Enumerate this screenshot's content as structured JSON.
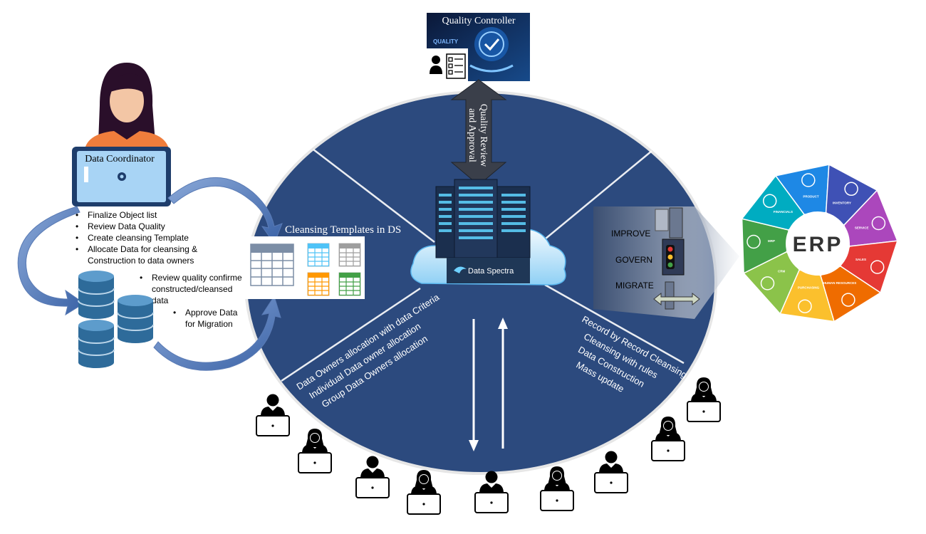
{
  "coordinator": {
    "title": "Data Coordinator",
    "tasks": [
      "Finalize Object list",
      "Review Data Quality",
      "Create cleansing Template",
      "Allocate Data for cleansing &",
      "Construction to data owners"
    ],
    "review_tasks": [
      "Review quality confirmed",
      "constructed/cleansed",
      "data"
    ],
    "approve_tasks": [
      "Approve Data",
      "for Migration"
    ]
  },
  "templates": {
    "title": "Cleansing  Templates  in  DS"
  },
  "quality": {
    "title": "Quality   Controller",
    "badge": "QUALITY",
    "arrow_label_1": "Quality Review",
    "arrow_label_2": "and Approval"
  },
  "server": {
    "brand": "Data Spectra"
  },
  "left_lines": [
    "Data Owners allocation with data Criteria",
    "Individual Data owner allocation",
    "Group Data Owners allocation"
  ],
  "right_lines": [
    "Record by Record Cleansing",
    "Cleansing with rules",
    "Data Construction",
    "Mass update"
  ],
  "process": {
    "labels": [
      "IMPROVE",
      "GOVERN",
      "MIGRATE"
    ]
  },
  "erp": {
    "title": "ERP",
    "segments": [
      "PRODUCT",
      "INVENTORY",
      "SERVICE",
      "SALES",
      "HUMAN RESOURCES",
      "PURCHASING",
      "CRM",
      "MRP",
      "FINANCIALS"
    ]
  },
  "colors": {
    "ellipse": "#2c4a7e",
    "erp_segments": [
      "#1e88e5",
      "#3f51b5",
      "#ab47bc",
      "#e53935",
      "#ef6c00",
      "#fbc02d",
      "#8bc34a",
      "#43a047",
      "#00acc1"
    ],
    "template_icons": [
      "#e0e0e0",
      "#4fc3f7",
      "#9e9e9e",
      "#ff9800",
      "#43a047"
    ]
  },
  "icons": [
    "person-laptop-icon",
    "database-icon",
    "table-icon",
    "server-icon",
    "cloud-icon",
    "checkmark-shield-icon",
    "checklist-icon",
    "traffic-light-icon",
    "erp-wheel-icon"
  ]
}
